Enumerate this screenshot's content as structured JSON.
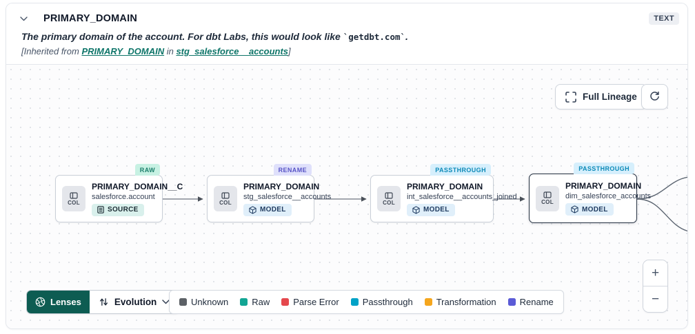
{
  "header": {
    "title": "PRIMARY_DOMAIN",
    "type_badge": "TEXT",
    "description_prefix": "The primary domain of the account. For dbt Labs, this would look like ",
    "description_code": "`getdbt.com`",
    "description_suffix": ".",
    "inherited_prefix": "[Inherited from ",
    "inherited_link_column": "PRIMARY_DOMAIN",
    "inherited_middle": " in ",
    "inherited_link_model": "stg_salesforce__accounts",
    "inherited_suffix": "]"
  },
  "toolbar": {
    "full_lineage_label": "Full Lineage"
  },
  "nodes": [
    {
      "badge": "RAW",
      "badge_bg": "#c7f1e3",
      "badge_fg": "#1b7f6b",
      "col_label": "COL",
      "title": "PRIMARY_DOMAIN__C",
      "subtitle": "salesforce.account",
      "resource": "SOURCE"
    },
    {
      "badge": "RENAME",
      "badge_bg": "#dfe0fb",
      "badge_fg": "#5753c6",
      "col_label": "COL",
      "title": "PRIMARY_DOMAIN",
      "subtitle": "stg_salesforce__accounts",
      "resource": "MODEL"
    },
    {
      "badge": "PASSTHROUGH",
      "badge_bg": "#d6effc",
      "badge_fg": "#0c8ab8",
      "col_label": "COL",
      "title": "PRIMARY_DOMAIN",
      "subtitle": "int_salesforce__accounts_joined",
      "resource": "MODEL"
    },
    {
      "badge": "PASSTHROUGH",
      "badge_bg": "#d6effc",
      "badge_fg": "#0c8ab8",
      "col_label": "COL",
      "title": "PRIMARY_DOMAIN",
      "subtitle": "dim_salesforce_accounts",
      "resource": "MODEL"
    }
  ],
  "lenses": {
    "button_label": "Lenses",
    "selected_lens": "Evolution"
  },
  "legend": [
    {
      "label": "Unknown",
      "color": "#5c6166"
    },
    {
      "label": "Raw",
      "color": "#12a594"
    },
    {
      "label": "Parse Error",
      "color": "#e5484d"
    },
    {
      "label": "Passthrough",
      "color": "#00a2c7"
    },
    {
      "label": "Transformation",
      "color": "#f5a61d"
    },
    {
      "label": "Rename",
      "color": "#5b5bd6"
    }
  ],
  "zoom_controls": {
    "zoom_in": "+",
    "zoom_out": "−"
  },
  "colors": {
    "link_teal": "#0e7569",
    "lenses_bg": "#0d5c52"
  }
}
